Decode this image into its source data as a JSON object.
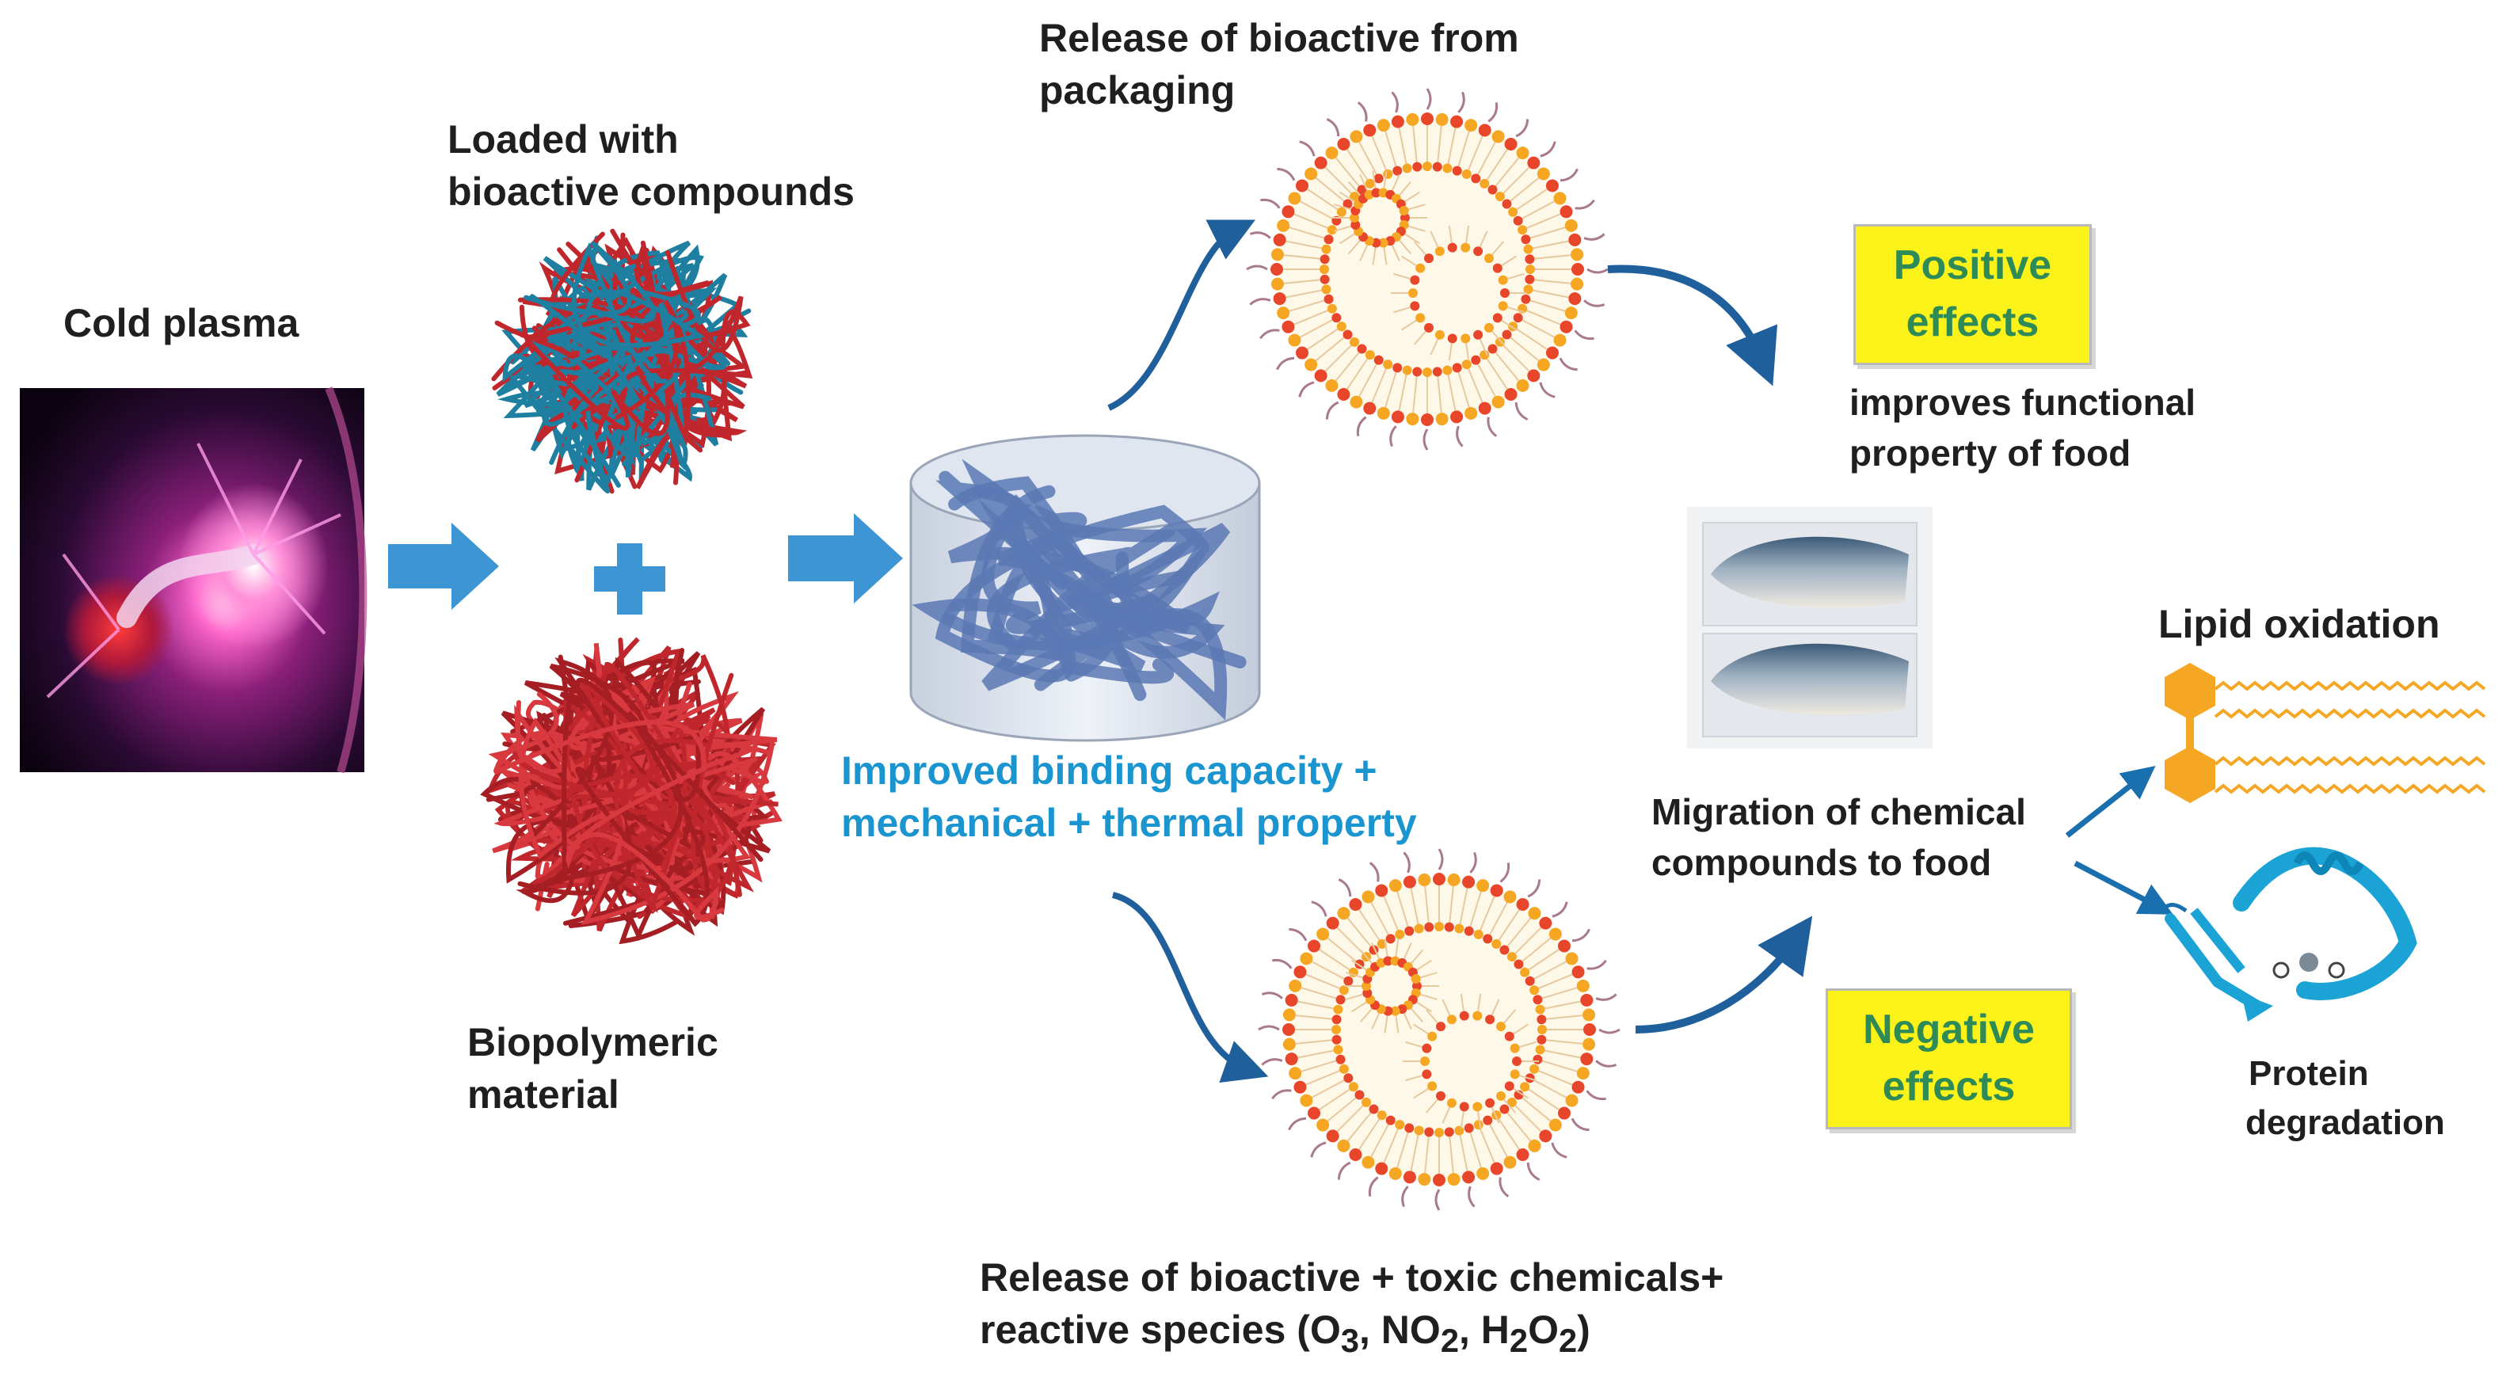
{
  "labels": {
    "cold_plasma": "Cold plasma",
    "loaded_line1": "Loaded with",
    "loaded_line2": "bioactive compounds",
    "biopolymeric_line1": "Biopolymeric",
    "biopolymeric_line2": "material",
    "release_packaging_line1": "Release of bioactive from",
    "release_packaging_line2": "packaging",
    "improved_line1": "Improved binding capacity +",
    "improved_line2": "mechanical + thermal property",
    "positive_line1": "Positive",
    "positive_line2": "effects",
    "improves_line1": "improves  functional",
    "improves_line2": "property  of food",
    "migration_line1": "Migration  of chemical",
    "migration_line2": "compounds  to food",
    "lipid_oxidation": "Lipid oxidation",
    "protein_line1": "Protein",
    "protein_line2": "degradation",
    "negative_line1": "Negative",
    "negative_line2": "effects",
    "release_toxic_line1": "Release of  bioactive + toxic chemicals+",
    "release_toxic_line2_prefix": "reactive species (O",
    "release_toxic_sub1": "3",
    "release_toxic_sep1": ", NO",
    "release_toxic_sub2": "2",
    "release_toxic_sep2": ", H",
    "release_toxic_sub3": "2",
    "release_toxic_o": "O",
    "release_toxic_sub4": "2",
    "release_toxic_end": ")"
  },
  "colors": {
    "label_text": "#1f1f1f",
    "blue_text": "#1a95cf",
    "block_arrow": "#3d95d4",
    "curved_arrow": "#1f5f9c",
    "effect_box_fill": "#fbf21a",
    "effect_box_text": "#2e8b57",
    "polymer_red": "#c0272d",
    "polymer_teal": "#1e7fa0",
    "hydrogel_blue": "#5b78b4",
    "liposome_head_red": "#e8462a",
    "liposome_head_orange": "#f5a623",
    "lipid_hexagon": "#f5a623",
    "protein_cyan": "#1ba3d6"
  },
  "icons": {
    "plasma_photo": "plasma-ball-photo",
    "loaded_polymer": "tangled-polymer-red-teal",
    "plain_polymer": "tangled-polymer-red",
    "hydrogel": "hydrogel-cylinder",
    "liposome": "liposome",
    "fish": "packaged-fish-fillets-photo",
    "lipid": "lipid-molecule",
    "protein": "protein-ribbon"
  }
}
